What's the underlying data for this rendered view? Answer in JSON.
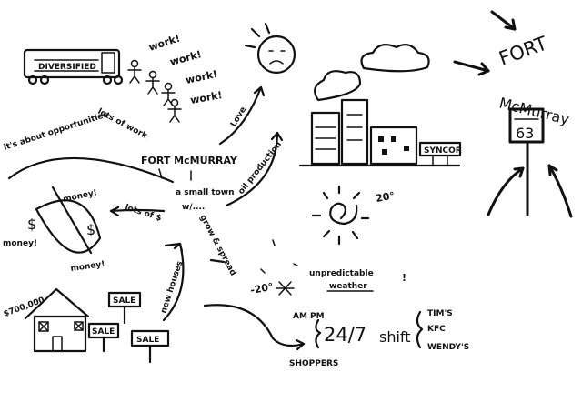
{
  "sketch": {
    "bus_label": "DIVERSIFIED",
    "work_words": [
      "work!",
      "work!",
      "work!",
      "work!"
    ],
    "lots_of_work": "lots of work",
    "opportunities": "it's about opportunities",
    "fort_mcmurray_center": "FORT McMURRAY",
    "small_town": "a small town",
    "small_town_with": "w/....",
    "lots_of_money": "lots of $",
    "money_words": [
      "money!",
      "money!",
      "money!"
    ],
    "love": "Love",
    "oil_production": "oil production",
    "grow_spread": "grow & spread",
    "new_houses": "new houses",
    "population": "$700,000",
    "sale_signs": [
      "SALE",
      "SALE",
      "SALE"
    ],
    "syncor_sign": "SYNCOR",
    "temp_hot": "20°",
    "temp_cold": "-20°",
    "unpredictable": "unpredictable",
    "weather": "weather",
    "am_pm": "AM PM",
    "hours": "24/7",
    "shift": "shift",
    "shoppers": "SHOPPERS",
    "food": [
      "TIM'S",
      "KFC",
      "WENDY'S"
    ],
    "fort_title_1": "FORT",
    "fort_title_2": "McMurray",
    "highway_number": "63"
  }
}
